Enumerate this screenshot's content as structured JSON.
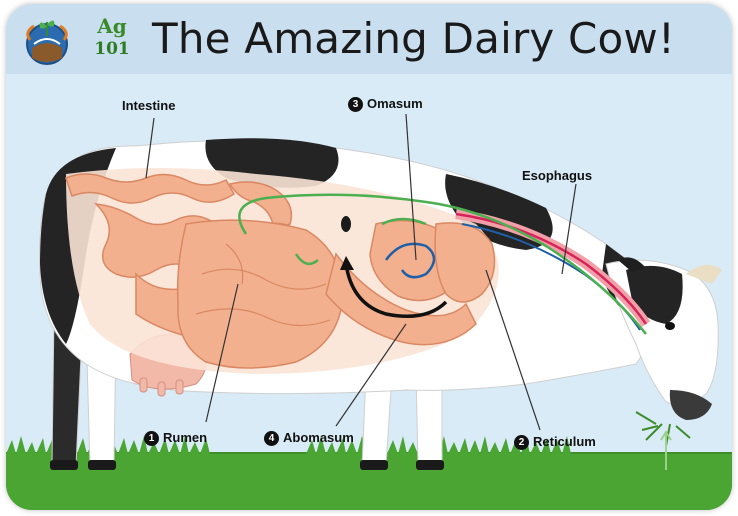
{
  "header": {
    "badge_top": "Ag",
    "badge_bottom": "101",
    "title": "The Amazing Dairy Cow!"
  },
  "labels": {
    "intestine": "Intestine",
    "omasum": {
      "number": "3",
      "text": "Omasum"
    },
    "esophagus": "Esophagus",
    "rumen": {
      "number": "1",
      "text": "Rumen"
    },
    "abomasum": {
      "number": "4",
      "text": "Abomasum"
    },
    "reticulum": {
      "number": "2",
      "text": "Reticulum"
    }
  },
  "colors": {
    "header_band": "#c9dff0",
    "sky": "#d9ebf7",
    "grass": "#3e8f2a",
    "organ_fill": "#f3b08e",
    "food_path_green": "#4caf50",
    "food_path_blue": "#1e5fa8",
    "food_path_black": "#111111",
    "esophagus_red": "#d6245a"
  },
  "icons": [
    "globe-logo-icon",
    "leaf-icon"
  ]
}
